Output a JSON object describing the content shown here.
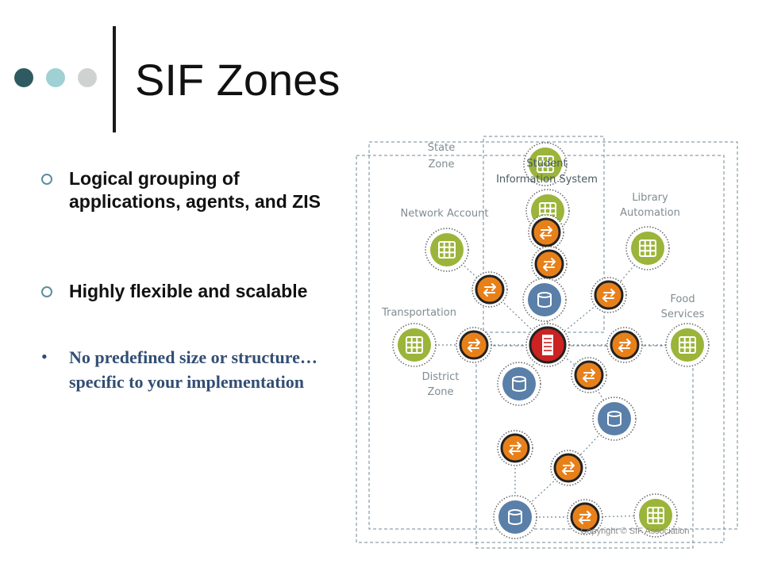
{
  "slide": {
    "title": "SIF Zones",
    "bullets": [
      "Logical grouping of applications, agents, and ZIS",
      "Highly flexible and scalable",
      "No predefined size or structure… specific to your implementation"
    ],
    "bullet_symbols": [
      "ring-bullet-icon",
      "ring-bullet-icon",
      "•"
    ],
    "accent_dots": [
      "#2e5b62",
      "#9fd0d4",
      "#d0d2d2"
    ]
  },
  "diagram": {
    "labels": {
      "state_zone_1": "State",
      "state_zone_2": "Zone",
      "sis_1": "Student",
      "sis_2": "Information System",
      "library_1": "Library",
      "library_2": "Automation",
      "network_account": "Network Account",
      "transportation": "Transportation",
      "food_1": "Food",
      "food_2": "Services",
      "district_1": "District",
      "district_2": "Zone",
      "copyright": "Copyright © SIF Association"
    },
    "colors": {
      "application": "#9bb43a",
      "agent": "#e8801a",
      "zis": "#5a7fa8",
      "zis_center": "#cc2222"
    }
  }
}
